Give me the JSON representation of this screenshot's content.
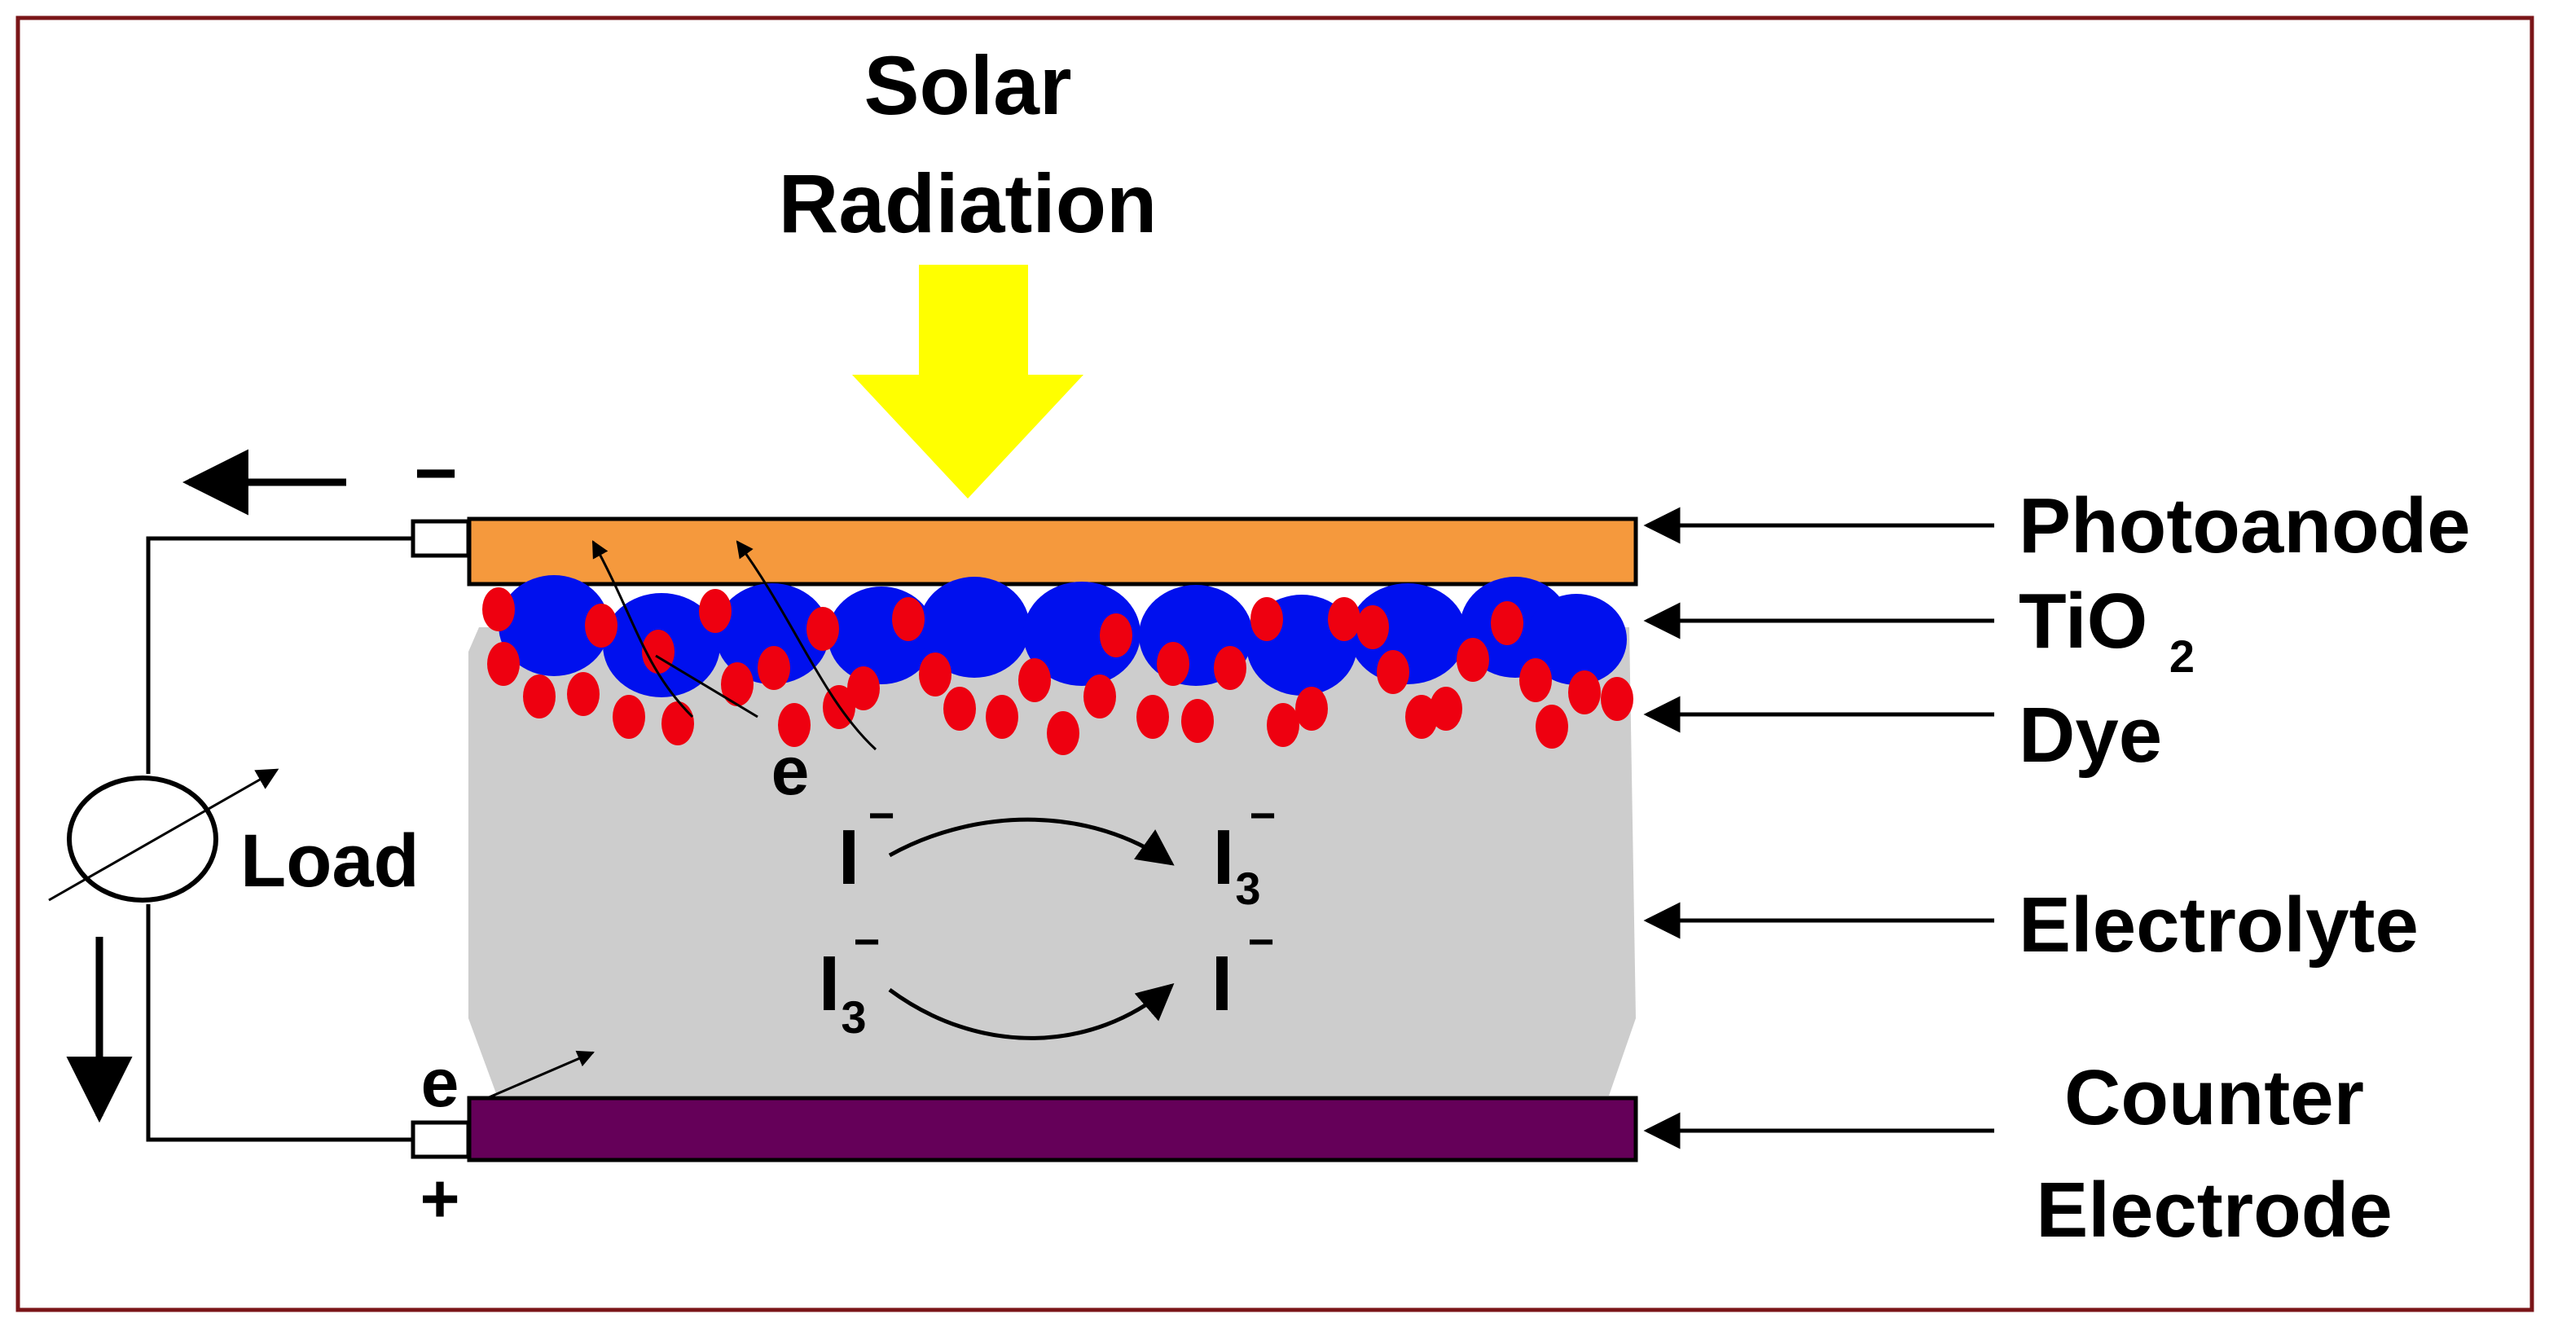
{
  "title": {
    "line1": "Solar",
    "line2": "Radiation"
  },
  "labels": {
    "photoanode": "Photoanode",
    "tio2_main": "TiO",
    "tio2_sub": "2",
    "dye": "Dye",
    "electrolyte": "Electrolyte",
    "counter_line1": "Counter",
    "counter_line2": "Electrode",
    "load": "Load"
  },
  "circuit": {
    "minus": "−",
    "plus": "+",
    "electron_top": "e",
    "electron_bottom": "e"
  },
  "reactions": {
    "iodide": "I",
    "minus_sup": "−",
    "triiodide_sub": "3"
  },
  "colors": {
    "frame": "#7a1518",
    "photoanode": "#f5993d",
    "counter_electrode": "#650059",
    "tio2": "#0010ee",
    "dye": "#ee0010",
    "electrolyte": "#cdcdcd",
    "sunlight_arrow": "#ffff00"
  }
}
